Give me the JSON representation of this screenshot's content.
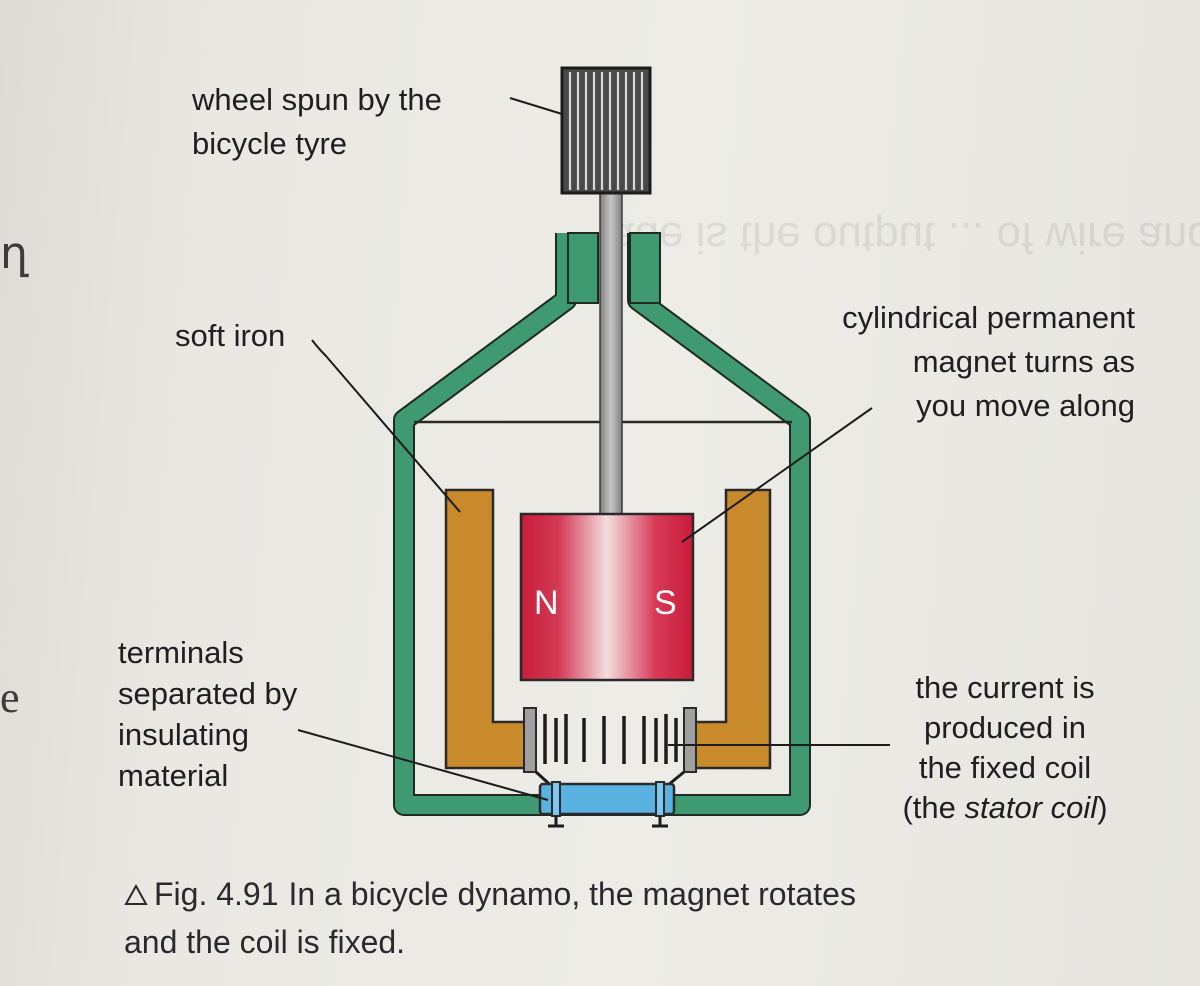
{
  "labels": {
    "wheel": [
      "wheel spun by the",
      "bicycle tyre"
    ],
    "soft_iron": "soft iron",
    "magnet": [
      "cylindrical permanent",
      "magnet turns as",
      "you move along"
    ],
    "terminals": [
      "terminals",
      "separated by",
      "insulating",
      "material"
    ],
    "current": [
      "the current is",
      "produced in",
      "the fixed coil"
    ],
    "stator_prefix": "(the ",
    "stator_italic": "stator coil",
    "stator_suffix": ")"
  },
  "poles": {
    "north": "N",
    "south": "S"
  },
  "caption": {
    "figure_number": "Fig. 4.91",
    "line1": "In a bicycle dynamo, the magnet rotates",
    "line2": "and the coil is fixed."
  },
  "colors": {
    "housing": "#3f9a72",
    "soft_iron": "#c98a2c",
    "magnet": "#cc1f3c",
    "insulator": "#5ab2e0",
    "shaft": "#9a9a9a",
    "wheel": "#4a4a4a"
  }
}
